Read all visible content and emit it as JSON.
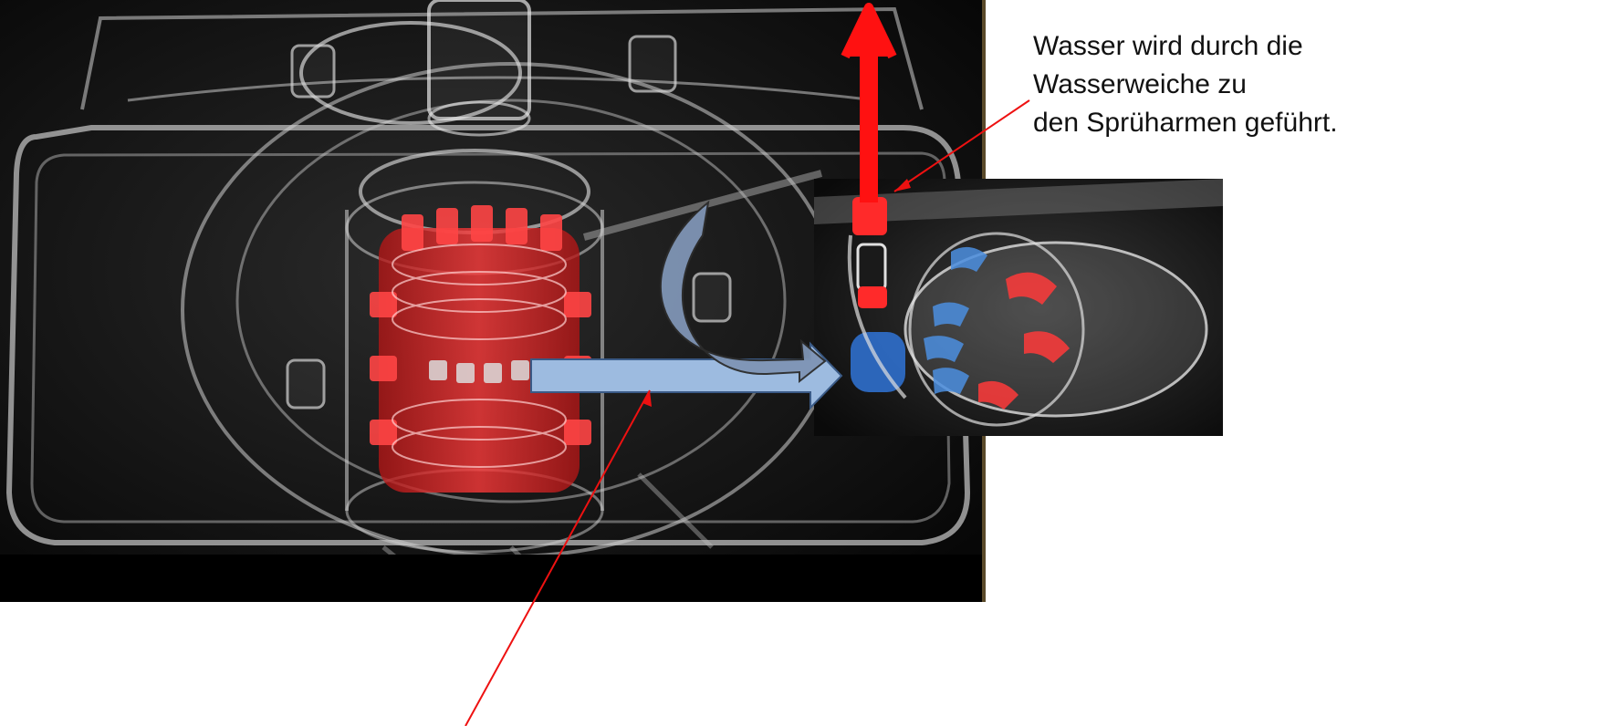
{
  "title_fragment": "",
  "caption": {
    "line1": "Wasser wird durch die",
    "line2": "Wasserweiche zu",
    "line3": "den Sprüharmen geführt."
  },
  "colors": {
    "up_arrow": "#ff1111",
    "flow_arrow_fill": "#9dbbe0",
    "flow_arrow_stroke": "#3a5a86",
    "curved_arrow_fill": "#7f95b5",
    "leader_line": "#ee1111",
    "impeller_red": "#ff2a2a",
    "pump_blue": "#3b82d6"
  },
  "icons": [
    "upward-arrow",
    "curved-flow-arrow",
    "straight-flow-arrow",
    "leader-line"
  ]
}
